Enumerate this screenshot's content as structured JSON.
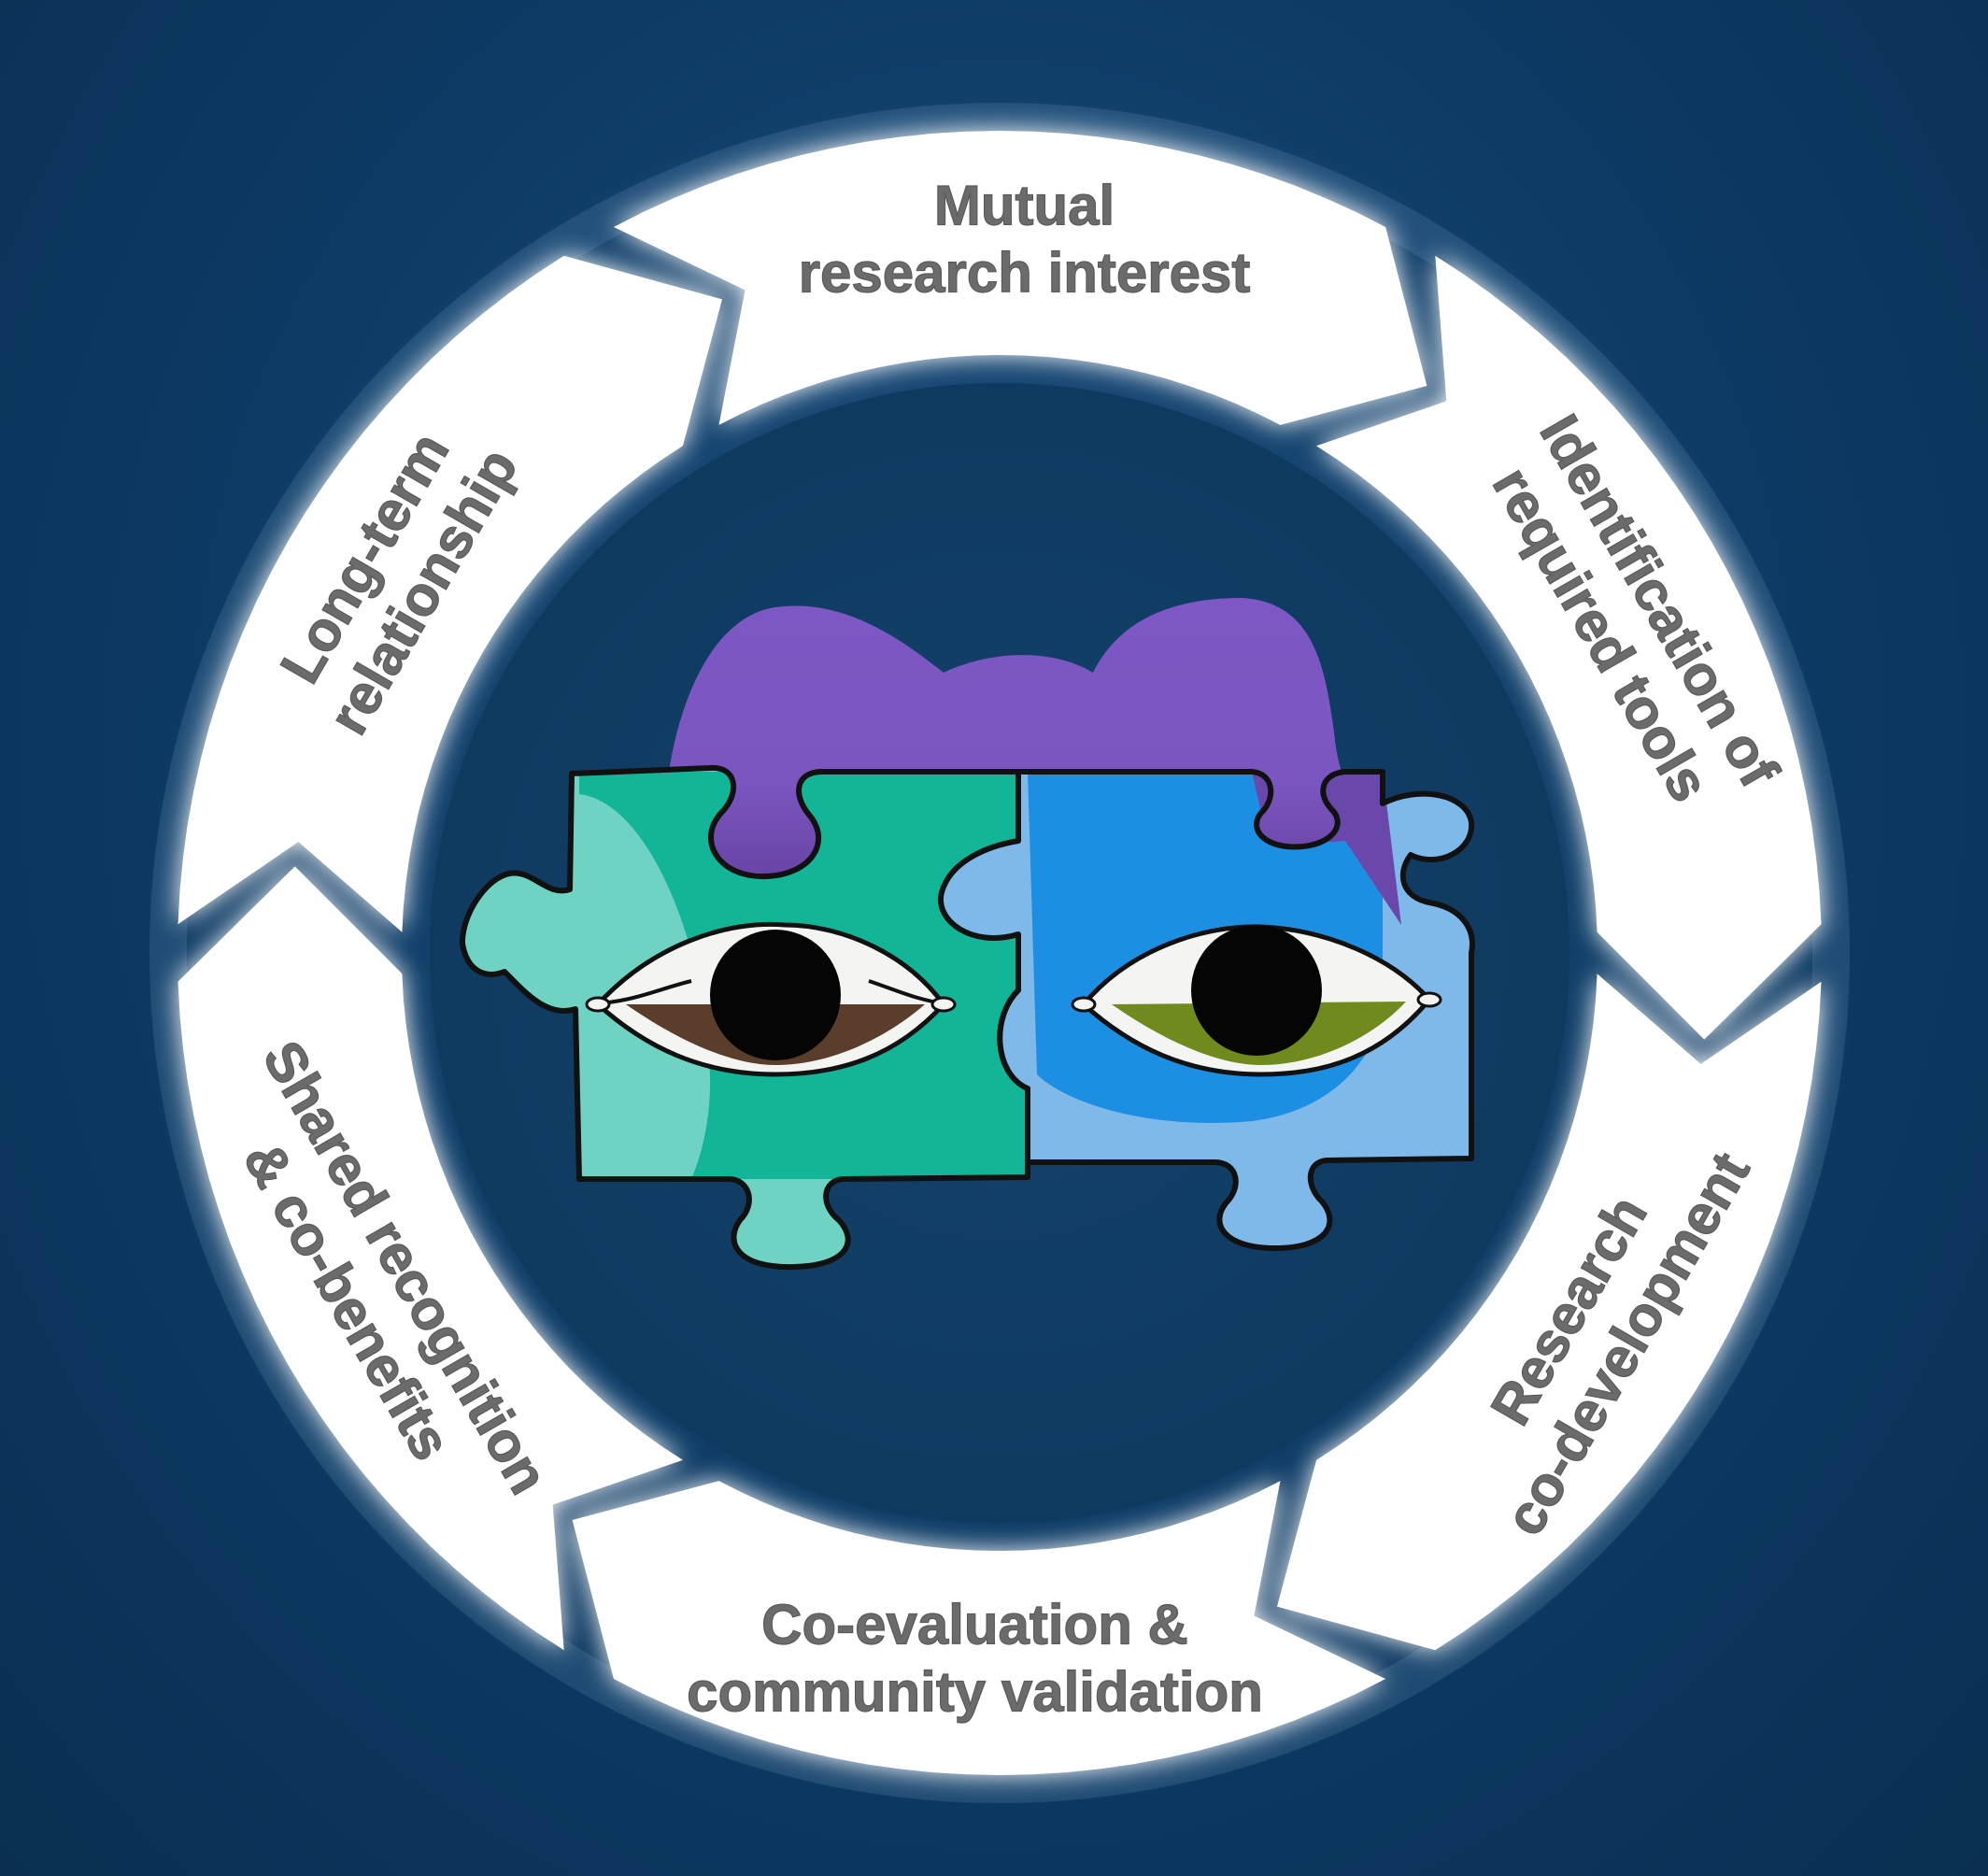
{
  "cycle": {
    "steps": [
      {
        "id": "mutual",
        "lines": [
          "Mutual",
          "research interest"
        ]
      },
      {
        "id": "identification",
        "lines": [
          "Identification of",
          "required tools"
        ]
      },
      {
        "id": "codevelopment",
        "lines": [
          "Research",
          "co-development"
        ]
      },
      {
        "id": "coevaluation",
        "lines": [
          "Co-evaluation &",
          "community validation"
        ]
      },
      {
        "id": "shared",
        "lines": [
          "Shared recognition",
          "& co-benefits"
        ]
      },
      {
        "id": "longterm",
        "lines": [
          "Long-term",
          "relationship"
        ]
      }
    ]
  },
  "colors": {
    "background": "#0c3a64",
    "inner_disc": "#123f66",
    "arrow_fill": "#ffffff",
    "label_text": "#6b6b6b",
    "mountain": "#7b55c0",
    "puzzle_left": "#12b597",
    "puzzle_right": "#1d8fe2",
    "iris_left": "#5a3e2b",
    "iris_right": "#6f8b1e"
  },
  "center_icon": "puzzle-pieces-with-eyes-icon"
}
